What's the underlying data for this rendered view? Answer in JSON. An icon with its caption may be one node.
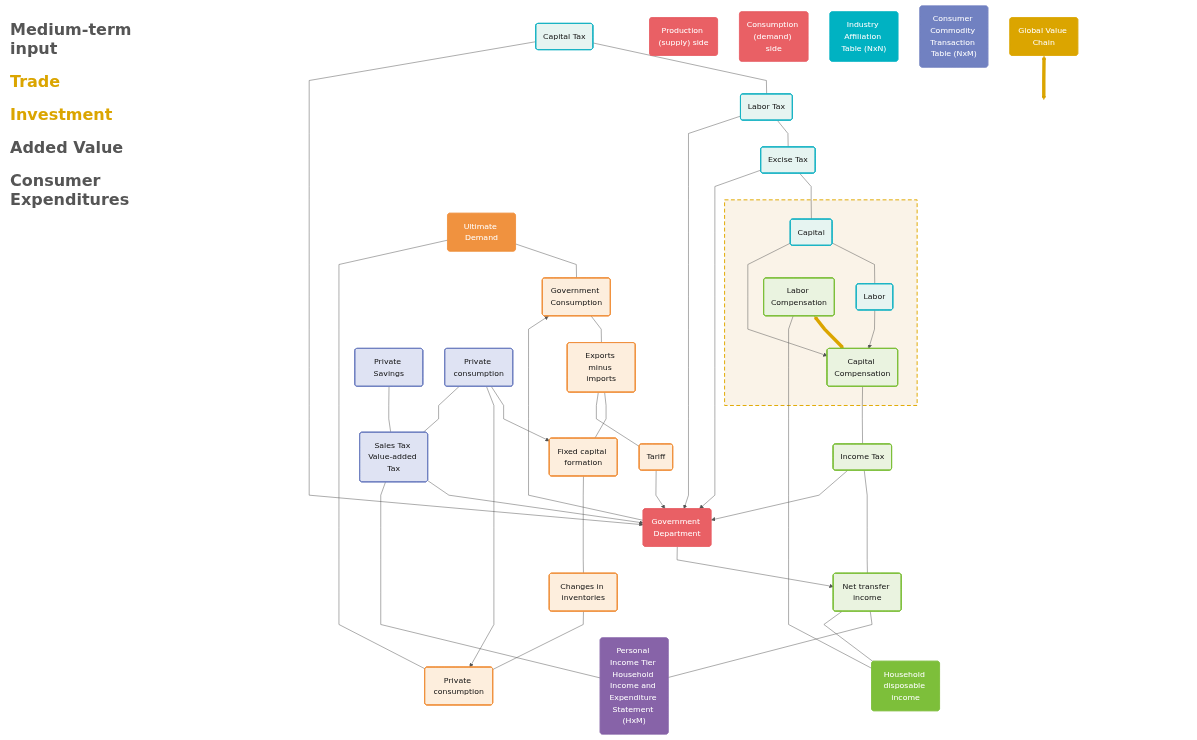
{
  "diagram": {
    "nodes": [
      {
        "text": [
          "Production (supply) side"
        ]
      },
      {
        "text": [
          "Consumption (demand) side"
        ]
      },
      {
        "text": [
          "Ultimate Demand"
        ]
      },
      {
        "text": [
          "Industry Affiliation Table (NxN)"
        ]
      },
      {
        "text": [
          "Government Consumption"
        ]
      },
      {
        "text": [
          "Exports minus imports"
        ]
      },
      {
        "text": [
          "Fixed capital formation"
        ]
      },
      {
        "text": [
          "Changes in inventories"
        ]
      },
      {
        "text": [
          "Private consumption"
        ]
      },
      {
        "text": [
          "Consumer Commodity Transaction Table (NxM)"
        ]
      },
      {
        "text": [
          "Global Value Chain"
        ]
      },
      {
        "text": [
          "Tariff"
        ]
      },
      {
        "text": [
          "Capital Tax"
        ]
      },
      {
        "text": [
          "Labor Tax"
        ]
      },
      {
        "text": [
          "Excise Tax"
        ]
      },
      {
        "text": [
          "Government Department"
        ]
      },
      {
        "text": [
          "Private Savings"
        ]
      },
      {
        "text": [
          "Private consumption"
        ]
      },
      {
        "text": [
          "Sales Tax Value-added Tax"
        ]
      },
      {
        "text": [],
        "shape": "box"
      },
      {
        "text": [
          "Capital"
        ],
        "in": 19
      },
      {
        "text": [
          "Labor"
        ],
        "in": 19
      },
      {
        "text": [
          "Labor Compensation"
        ],
        "in": 19
      },
      {
        "text": [
          "Capital Compensation"
        ],
        "in": 19
      },
      {
        "text": [
          "Income Tax"
        ]
      },
      {
        "text": [
          "Net transfer income"
        ]
      },
      {
        "text": [
          "Personal Income Tier Household Income and Expenditure Statement (HxM)"
        ]
      },
      {
        "text": [
          "Household disposable income"
        ]
      }
    ],
    "edges": [
      {
        "from": 2,
        "to": 4,
        "arrow": "none"
      },
      {
        "from": 2,
        "to": 8,
        "arrow": "none"
      },
      {
        "from": 4,
        "to": 5,
        "arrow": "none"
      },
      {
        "from": 5,
        "to": 6,
        "arrow": "none"
      },
      {
        "from": 6,
        "to": 7,
        "arrow": "none"
      },
      {
        "from": 7,
        "to": 8,
        "arrow": "none"
      },
      {
        "from": 5,
        "to": 11,
        "arrow": "none"
      },
      {
        "from": 11,
        "to": 15,
        "arrow": "to"
      },
      {
        "from": 10,
        "to": null,
        "arrow": "both",
        "style": "thick",
        "color": "#dba500"
      },
      {
        "from": 12,
        "to": 13,
        "arrow": "none"
      },
      {
        "from": 13,
        "to": 14,
        "arrow": "none"
      },
      {
        "from": 14,
        "to": 20,
        "arrow": "none"
      },
      {
        "from": 20,
        "to": 21,
        "arrow": "none"
      },
      {
        "from": 12,
        "to": 15,
        "arrow": "to"
      },
      {
        "from": 13,
        "to": 15,
        "arrow": "to"
      },
      {
        "from": 14,
        "to": 15,
        "arrow": "to"
      },
      {
        "from": 15,
        "to": 4,
        "arrow": "to"
      },
      {
        "from": 17,
        "to": 6,
        "arrow": "to"
      },
      {
        "from": 17,
        "to": 8,
        "arrow": "to"
      },
      {
        "from": 16,
        "to": 18,
        "arrow": "none"
      },
      {
        "from": 17,
        "to": 18,
        "arrow": "none"
      },
      {
        "from": 18,
        "to": 15,
        "arrow": "to"
      },
      {
        "from": 15,
        "to": 25,
        "arrow": "to"
      },
      {
        "from": 20,
        "to": 23,
        "arrow": "to"
      },
      {
        "from": 21,
        "to": 23,
        "arrow": "to"
      },
      {
        "from": 22,
        "to": 23,
        "arrow": "both",
        "style": "thick",
        "color": "#dba500"
      },
      {
        "from": 23,
        "to": 24,
        "arrow": "none"
      },
      {
        "from": 24,
        "to": 25,
        "arrow": "none"
      },
      {
        "from": 25,
        "to": 26,
        "arrow": "none"
      },
      {
        "from": 24,
        "to": 15,
        "arrow": "to"
      },
      {
        "from": 18,
        "to": 26,
        "arrow": "none"
      },
      {
        "from": 22,
        "to": 27,
        "arrow": "none"
      },
      {
        "from": 25,
        "to": 27,
        "arrow": "none"
      }
    ],
    "labels": [
      "Medium-term input",
      "Trade",
      "Investment",
      "Added Value",
      "Consumer Expenditures"
    ]
  }
}
